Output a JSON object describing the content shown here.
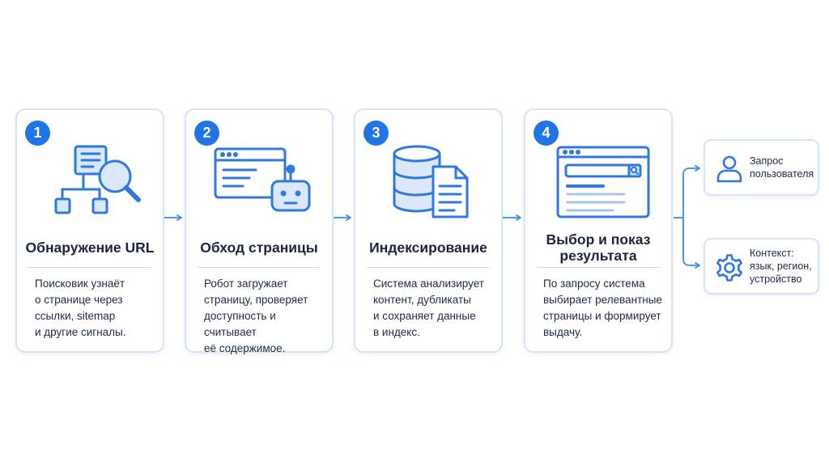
{
  "steps": [
    {
      "number": "1",
      "title": "Обнаружение URL",
      "description": "Поисковик узнаёт\nо странице через\nссылки, sitemap\nи другие сигналы.",
      "icon": "sitemap-search-icon"
    },
    {
      "number": "2",
      "title": "Обход страницы",
      "description": "Робот загружает\nстраницу, проверяет\nдоступность и считывает\nеё содержимое.",
      "icon": "browser-robot-icon"
    },
    {
      "number": "3",
      "title": "Индексирование",
      "description": "Система анализирует\nконтент, дубликаты\nи сохраняет данные\nв индекс.",
      "icon": "database-document-icon"
    },
    {
      "number": "4",
      "title": "Выбор и показ результата",
      "description": "По запросу система\nвыбирает релевантные\nстраницы и формирует\nвыдачу.",
      "icon": "search-results-icon"
    }
  ],
  "inputs": [
    {
      "label": "Запрос\nпользователя",
      "icon": "user-icon"
    },
    {
      "label": "Контекст:\nязык, регион,\nустройство",
      "icon": "gear-icon"
    }
  ],
  "colors": {
    "accent": "#1f74e6",
    "icon_stroke": "#2f78e0",
    "icon_fill": "#dbe8fb",
    "card_border": "#d6e4f7",
    "text": "#1b2540",
    "arrow": "#3b8de8"
  }
}
